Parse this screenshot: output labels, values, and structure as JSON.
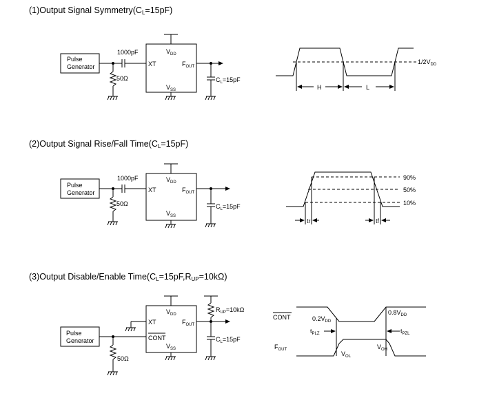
{
  "sections": [
    {
      "title": "(1)Output Signal Symmetry(C",
      "title_sub": "L",
      "title_end": "=15pF)"
    },
    {
      "title": "(2)Output Signal Rise/Fall Time(C",
      "title_sub": "L",
      "title_end": "=15pF)"
    },
    {
      "title": "(3)Output Disable/Enable Time(C",
      "title_sub": "L",
      "title_mid": "=15pF,R",
      "title_sub2": "UP",
      "title_end": "=10kΩ)"
    }
  ],
  "circuit": {
    "pulse_generator_line1": "Pulse",
    "pulse_generator_line2": "Generator",
    "cap_in": "1000pF",
    "resistor": "50Ω",
    "xt": "XT",
    "cont": "CONT",
    "vdd": "V",
    "vdd_sub": "DD",
    "vss": "V",
    "vss_sub": "SS",
    "fout": "F",
    "fout_sub": "OUT",
    "cl": "C",
    "cl_sub": "L",
    "cl_val": "=15pF",
    "rup": "R",
    "rup_sub": "UP",
    "rup_val": "=10kΩ"
  },
  "waveform1": {
    "half_vdd": "1/2V",
    "half_vdd_sub": "DD",
    "high": "H",
    "low": "L"
  },
  "waveform2": {
    "p90": "90%",
    "p50": "50%",
    "p10": "10%",
    "tr": "tr",
    "tf": "tf"
  },
  "waveform3": {
    "cont": "CONT",
    "fout": "F",
    "fout_sub": "OUT",
    "v02": "0.2V",
    "v02_sub": "DD",
    "v08": "0.8V",
    "v08_sub": "DD",
    "tplz": "t",
    "tplz_sub": "PLZ",
    "tpzl": "t",
    "tpzl_sub": "PZL",
    "vol": "V",
    "vol_sub": "OL",
    "voh": "V",
    "voh_sub": "OH"
  }
}
